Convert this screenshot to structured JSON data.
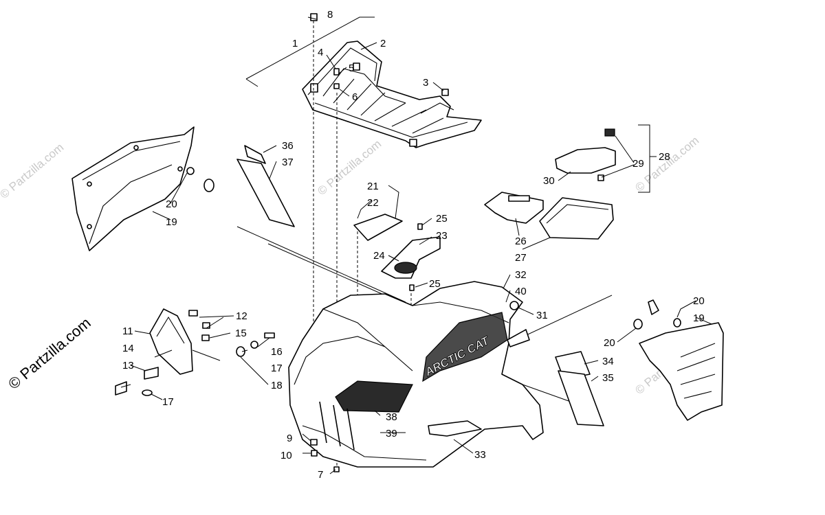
{
  "watermarks": {
    "main": "© Partzilla.com",
    "faint": "© Partzilla.com"
  },
  "decal_text": "ARCTIC CAT",
  "callouts": [
    "1",
    "2",
    "3",
    "4",
    "5",
    "6",
    "7",
    "8",
    "9",
    "10",
    "11",
    "12",
    "13",
    "14",
    "15",
    "16",
    "17",
    "17",
    "18",
    "19",
    "19",
    "20",
    "20",
    "20",
    "21",
    "22",
    "23",
    "24",
    "25",
    "25",
    "26",
    "27",
    "28",
    "29",
    "30",
    "31",
    "32",
    "33",
    "34",
    "35",
    "36",
    "37",
    "38",
    "39",
    "40"
  ]
}
